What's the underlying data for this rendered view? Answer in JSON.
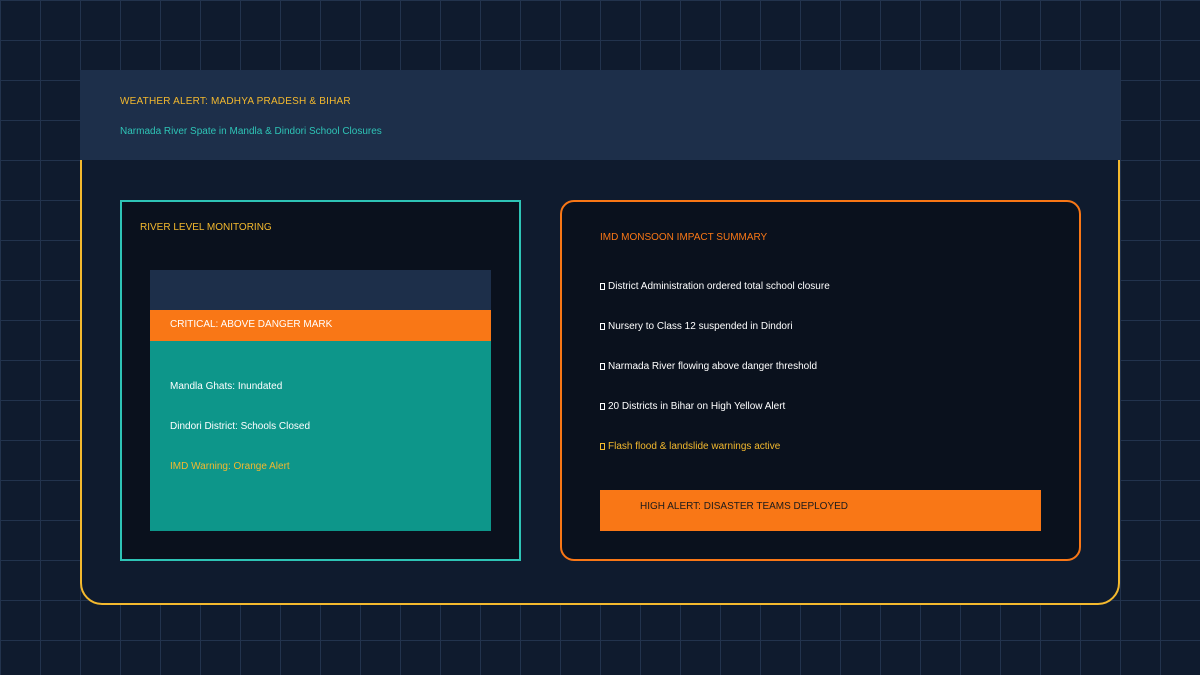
{
  "header": {
    "kicker": "WEATHER ALERT: MADHYA PRADESH & BIHAR",
    "subtitle": "Narmada River Spate in Mandla & Dindori School Closures"
  },
  "river_monitoring": {
    "title": "RIVER LEVEL MONITORING",
    "danger_label": "CRITICAL: ABOVE DANGER MARK",
    "lines": [
      "Mandla Ghats: Inundated",
      "Dindori District: Schools Closed",
      "IMD Warning: Orange Alert"
    ]
  },
  "imd_summary": {
    "title": "IMD MONSOON IMPACT SUMMARY",
    "items": [
      "District Administration ordered total school closure",
      "Nursery to Class 12 suspended in Dindori",
      "Narmada River flowing above danger threshold",
      "20 Districts in Bihar on High Yellow Alert",
      "Flash flood & landslide warnings active"
    ],
    "alert_bar": "HIGH ALERT: DISASTER TEAMS DEPLOYED"
  },
  "icons": {
    "bullet": "square-bullet-icon"
  },
  "colors": {
    "background": "#0f1b2e",
    "grid": "#22334d",
    "banner": "#1d2f4a",
    "accent_yellow": "#f4b92e",
    "accent_teal": "#2ec4b6",
    "accent_orange": "#f97716",
    "water": "#0d968a"
  }
}
